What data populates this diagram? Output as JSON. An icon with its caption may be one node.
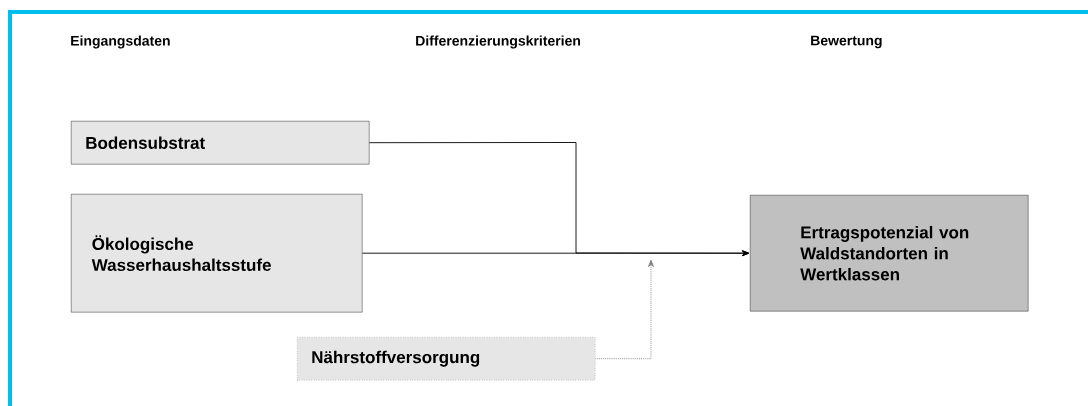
{
  "diagram": {
    "nodes": [
      {
        "text": [
          "Bodensubstrat"
        ]
      },
      {
        "text": [
          "Ökologische Wasserhaushaltsstufe"
        ]
      },
      {
        "text": [
          "Nährstoffversorgung"
        ]
      },
      {
        "text": [
          "Ertragspotenzial von Waldstandorten in Wertklassen"
        ]
      }
    ],
    "edges": [
      {
        "from": 0,
        "to": 3,
        "arrow": "to"
      },
      {
        "from": 1,
        "to": 3,
        "arrow": "to"
      },
      {
        "from": 2,
        "to": null,
        "arrow": "to",
        "style": "dashed",
        "color": "#808080"
      }
    ],
    "labels": [
      "Eingangsdaten",
      "Differenzierungskriterien",
      "Bewertung"
    ]
  }
}
